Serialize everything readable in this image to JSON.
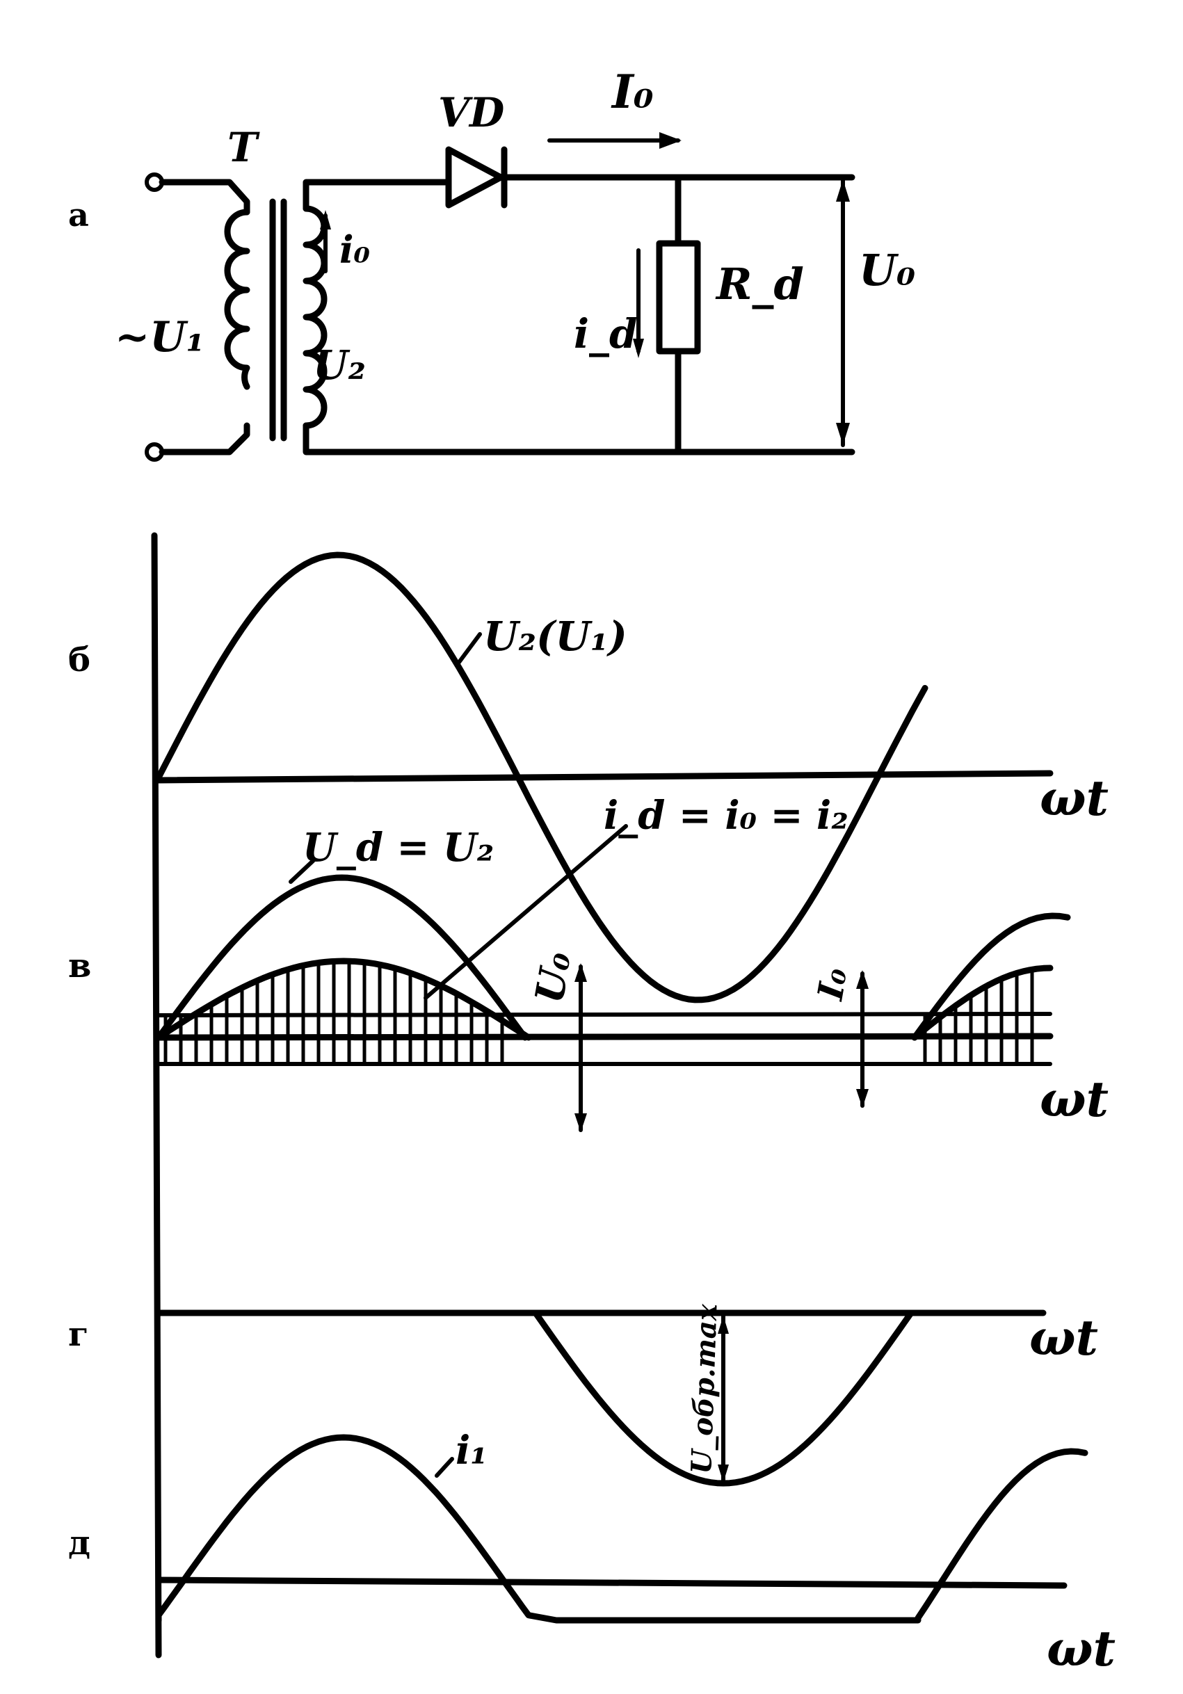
{
  "section_labels": {
    "a": "а",
    "b": "б",
    "c": "в",
    "d": "г",
    "e": "д"
  },
  "circuit": {
    "transformer": "T",
    "diode": "VD",
    "dc_current": "I₀",
    "input_voltage": "~U₁",
    "secondary_current": "i₀",
    "secondary_voltage": "U₂",
    "load_current": "i_d",
    "load_resistor": "R_d",
    "output_voltage": "U₀"
  },
  "graphs": {
    "axis_label": "ωt",
    "b_curve": "U₂(U₁)",
    "c_voltage": "U_d = U₂",
    "c_current": "i_d = i₀ = i₂",
    "c_avg_voltage": "U₀",
    "c_avg_current": "I₀",
    "d_reverse": "U_обр.max",
    "e_primary": "i₁"
  },
  "colors": {
    "ink": "#000000",
    "paper": "#ffffff"
  }
}
